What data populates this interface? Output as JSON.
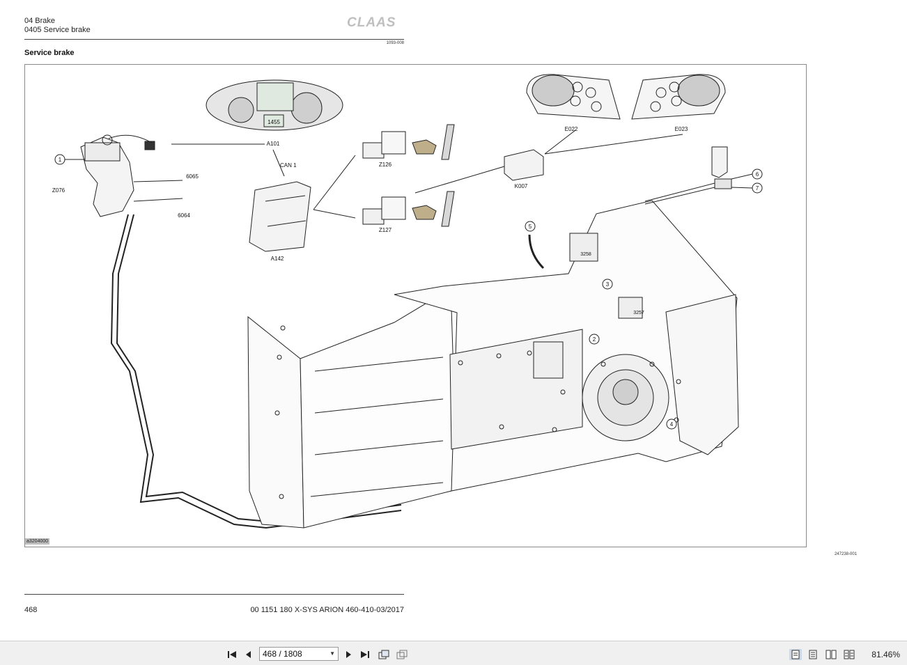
{
  "header": {
    "chapter": "04 Brake",
    "subchapter": "0405 Service brake",
    "logo_text": "CLAAS",
    "doc_ref": "1093-008"
  },
  "section_title": "Service brake",
  "figure": {
    "id_label": "a3204000",
    "ref_label": "247238-001",
    "labels": {
      "a101": "A101",
      "can1": "CAN 1",
      "a142": "A142",
      "z076": "Z076",
      "l6065": "6065",
      "l6064": "6064",
      "z126": "Z126",
      "z127": "Z127",
      "k007": "K007",
      "e022": "E022",
      "e023": "E023",
      "c3258": "3258",
      "c3257": "3257",
      "display_value": "1455"
    },
    "callouts": [
      "1",
      "2",
      "3",
      "4",
      "5",
      "6",
      "7"
    ]
  },
  "footer": {
    "page_number": "468",
    "doc_id": "00 1151 180 X-SYS ARION 460-410-03/2017"
  },
  "viewer": {
    "page_indicator": "468 / 1808",
    "zoom": "81.46%"
  }
}
